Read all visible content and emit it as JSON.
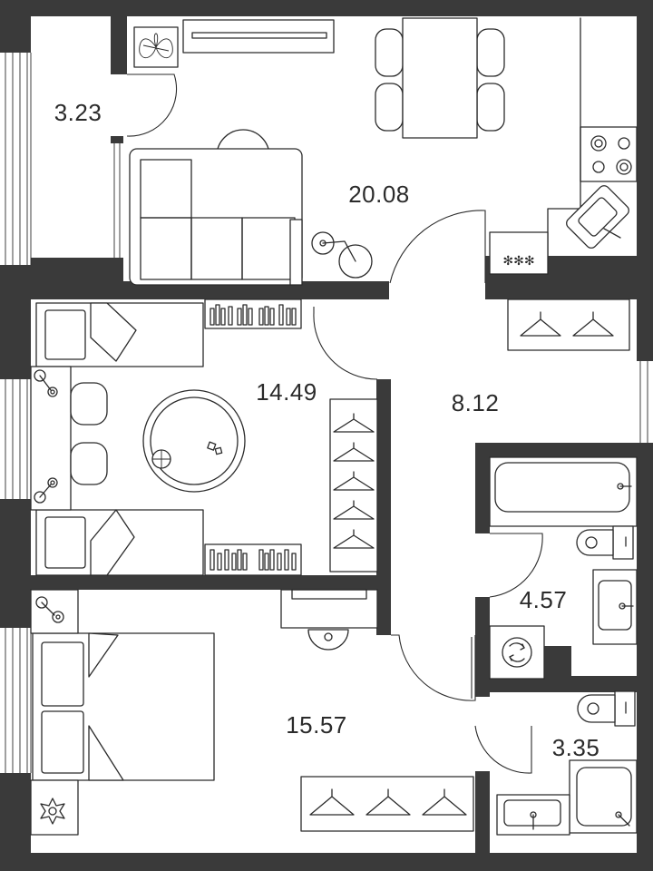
{
  "floorplan": {
    "rooms": [
      {
        "id": "balcony",
        "area": "3.23"
      },
      {
        "id": "kitchen-living",
        "area": "20.08"
      },
      {
        "id": "children-bedroom",
        "area": "14.49"
      },
      {
        "id": "hallway",
        "area": "8.12"
      },
      {
        "id": "bathroom",
        "area": "4.57"
      },
      {
        "id": "master-bedroom",
        "area": "15.57"
      },
      {
        "id": "toilet",
        "area": "3.35"
      }
    ],
    "stove_marking": "✻✻✻"
  },
  "colors": {
    "walls": "#3a3a3a",
    "lines": "#2b2b2b",
    "background": "#ffffff"
  }
}
